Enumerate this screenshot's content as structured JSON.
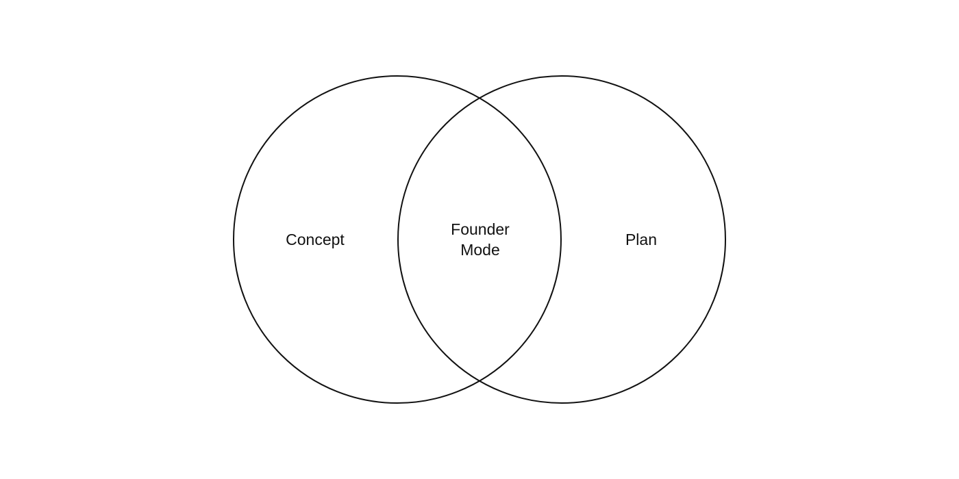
{
  "diagram": {
    "type": "venn",
    "sets": [
      {
        "label": "Concept"
      },
      {
        "label": "Plan"
      }
    ],
    "intersection": {
      "lines": [
        "Founder",
        "Mode"
      ]
    }
  },
  "colors": {
    "background": "#ffffff",
    "stroke": "#111111",
    "text": "#111111"
  }
}
